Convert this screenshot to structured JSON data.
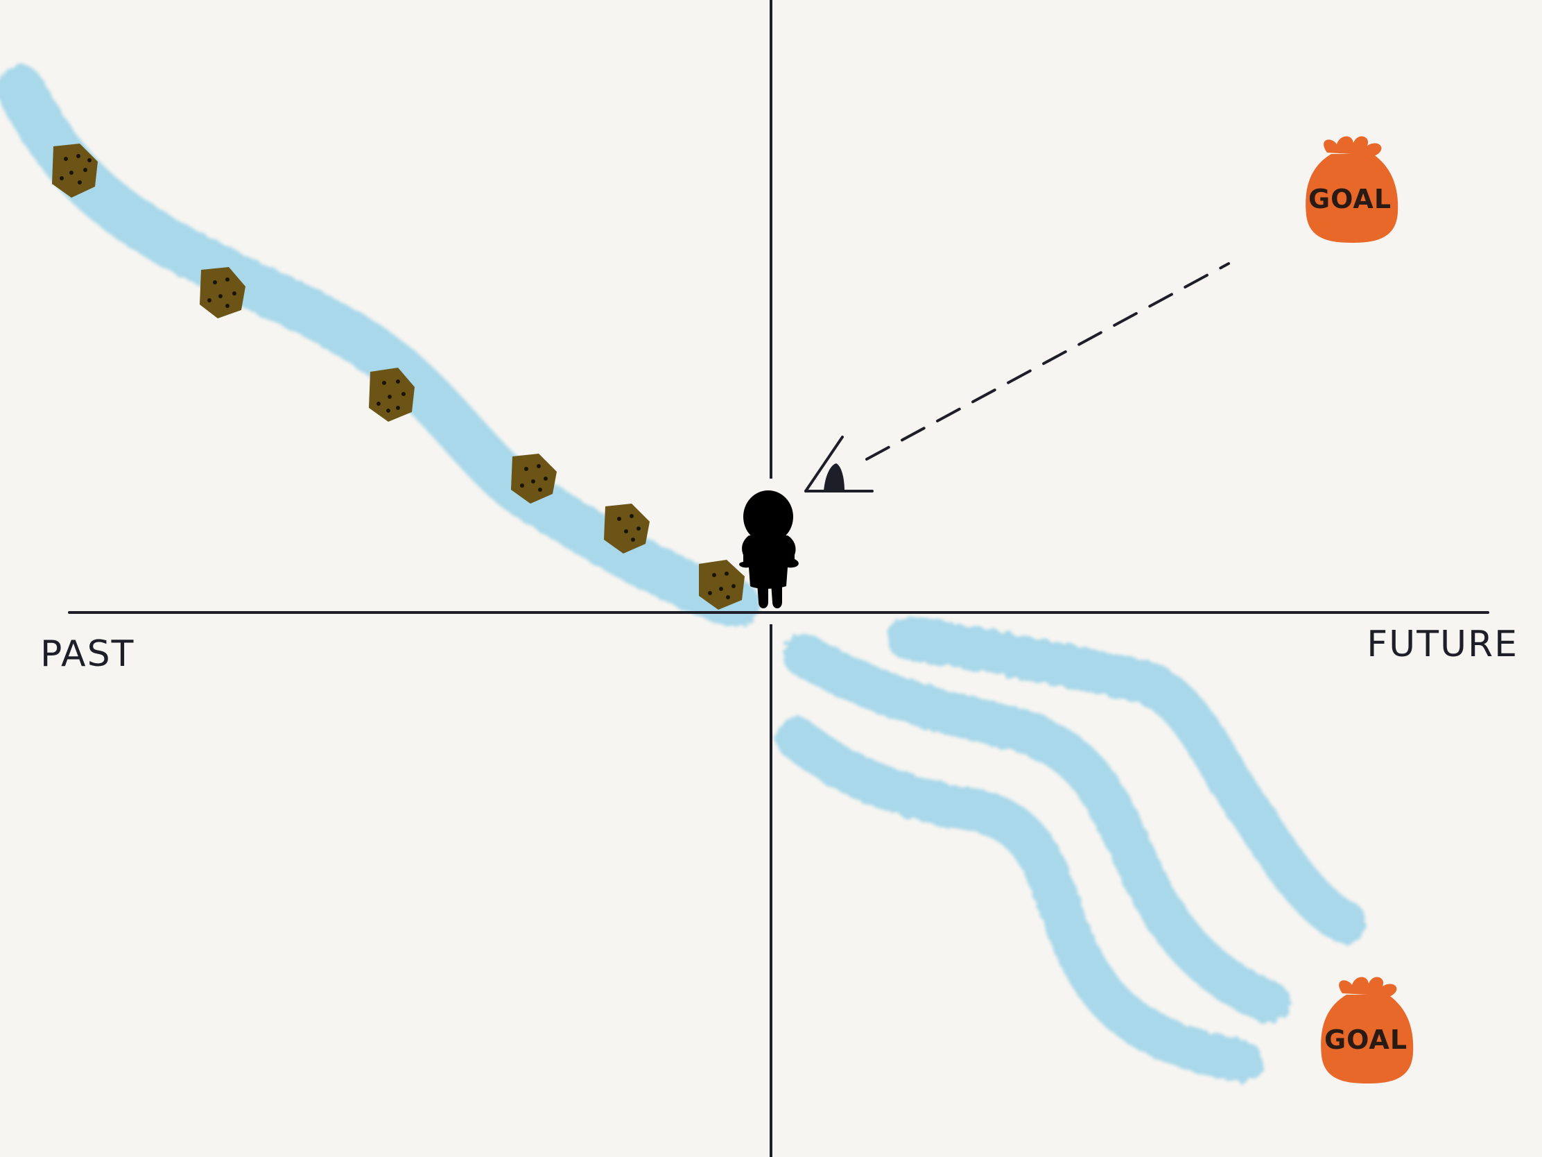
{
  "labels": {
    "past": "PAST",
    "future": "FUTURE"
  },
  "goals": [
    {
      "label": "GOAL"
    },
    {
      "label": "GOAL"
    }
  ],
  "colors": {
    "background": "#f7f5f1",
    "path": "#a9d8ea",
    "axis": "#1e1e28",
    "goal": "#e8682a",
    "stone": "#6b5416",
    "person": "#000000"
  },
  "icons": {
    "person": "person-silhouette-icon",
    "goal": "money-bag-icon",
    "stone": "stepping-stone-icon",
    "eye": "eye-icon"
  }
}
